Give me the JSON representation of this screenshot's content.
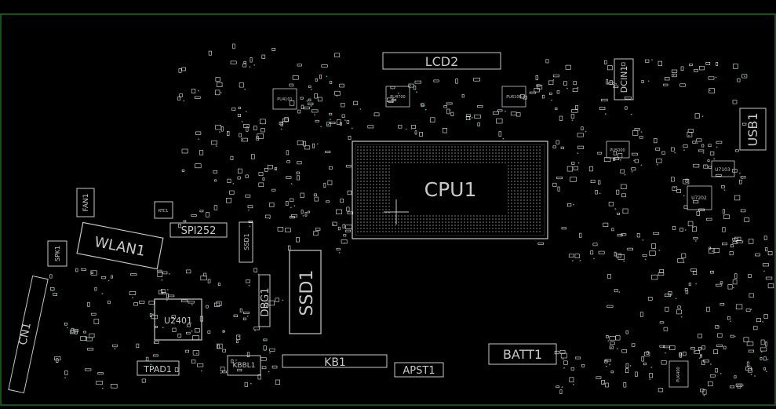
{
  "labels": {
    "lcd": "LCD2",
    "dcin": "DCIN1",
    "usb": "USB1",
    "cpu": "CPU1",
    "fan": "FAN1",
    "rtc": "RTC1",
    "wlan": "WLAN1",
    "spi": "SPI252",
    "spk": "SPK1",
    "cn": "CN1",
    "ssd": "SSD1",
    "ssd_small": "SSD1",
    "dbg": "DBG1",
    "u2401": "U2401",
    "tpad": "TPAD1",
    "kbbl": "KBBL1",
    "kb": "KB1",
    "apst": "APST1",
    "batt": "BATT1",
    "u7103": "U7103",
    "u7202": "U7202",
    "pu5000": "PU5000",
    "pu4101": "PU4101",
    "pu4700": "PU4700",
    "pu6100": "PU6100",
    "pu6400": "PU6400"
  },
  "colors": {
    "background": "#000000",
    "silkscreen": "#c8c8c8",
    "frame": "#1e6a1e",
    "via": "#3aa6a0",
    "pad": "#e8e8e8"
  }
}
